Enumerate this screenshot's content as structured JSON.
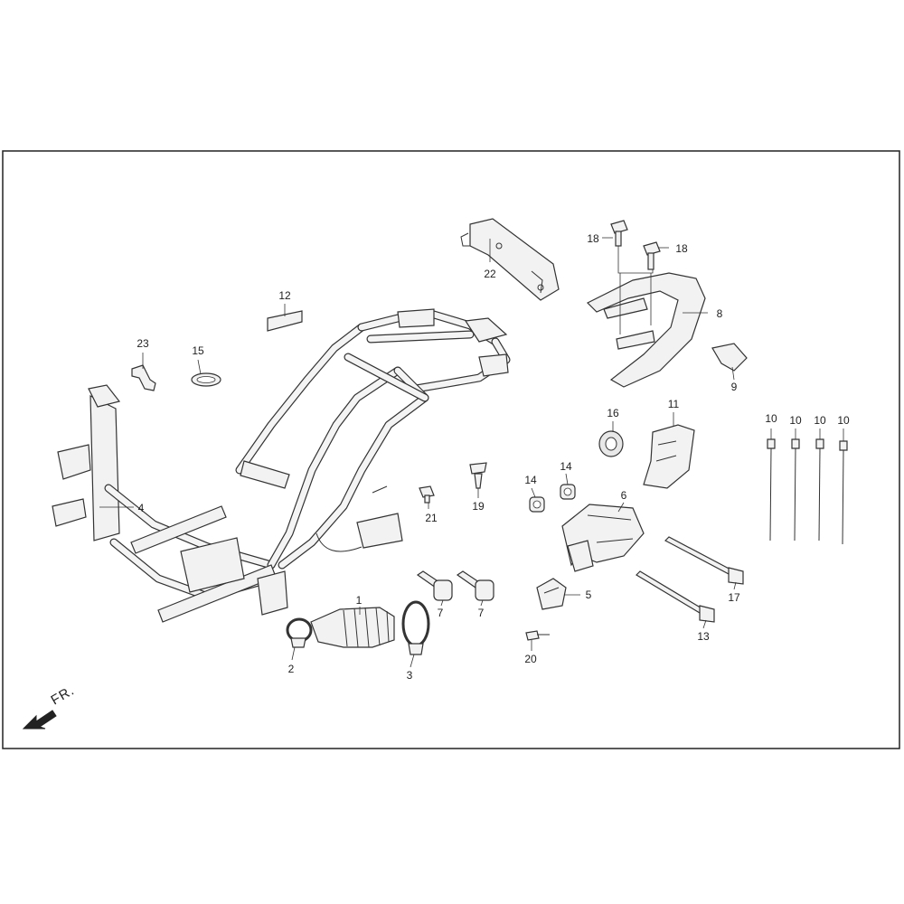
{
  "direction_label": "FR.",
  "callouts": {
    "p1": "1",
    "p2": "2",
    "p3": "3",
    "p4": "4",
    "p5": "5",
    "p6": "6",
    "p7a": "7",
    "p7b": "7",
    "p8": "8",
    "p9": "9",
    "p10a": "10",
    "p10b": "10",
    "p10c": "10",
    "p10d": "10",
    "p11": "11",
    "p12": "12",
    "p13": "13",
    "p14a": "14",
    "p14b": "14",
    "p15": "15",
    "p16": "16",
    "p17": "17",
    "p18a": "18",
    "p18b": "18",
    "p19": "19",
    "p20": "20",
    "p21": "21",
    "p22": "22",
    "p23": "23"
  },
  "colors": {
    "line": "#333333",
    "fill": "#f2f2f2",
    "border": "#222222"
  }
}
